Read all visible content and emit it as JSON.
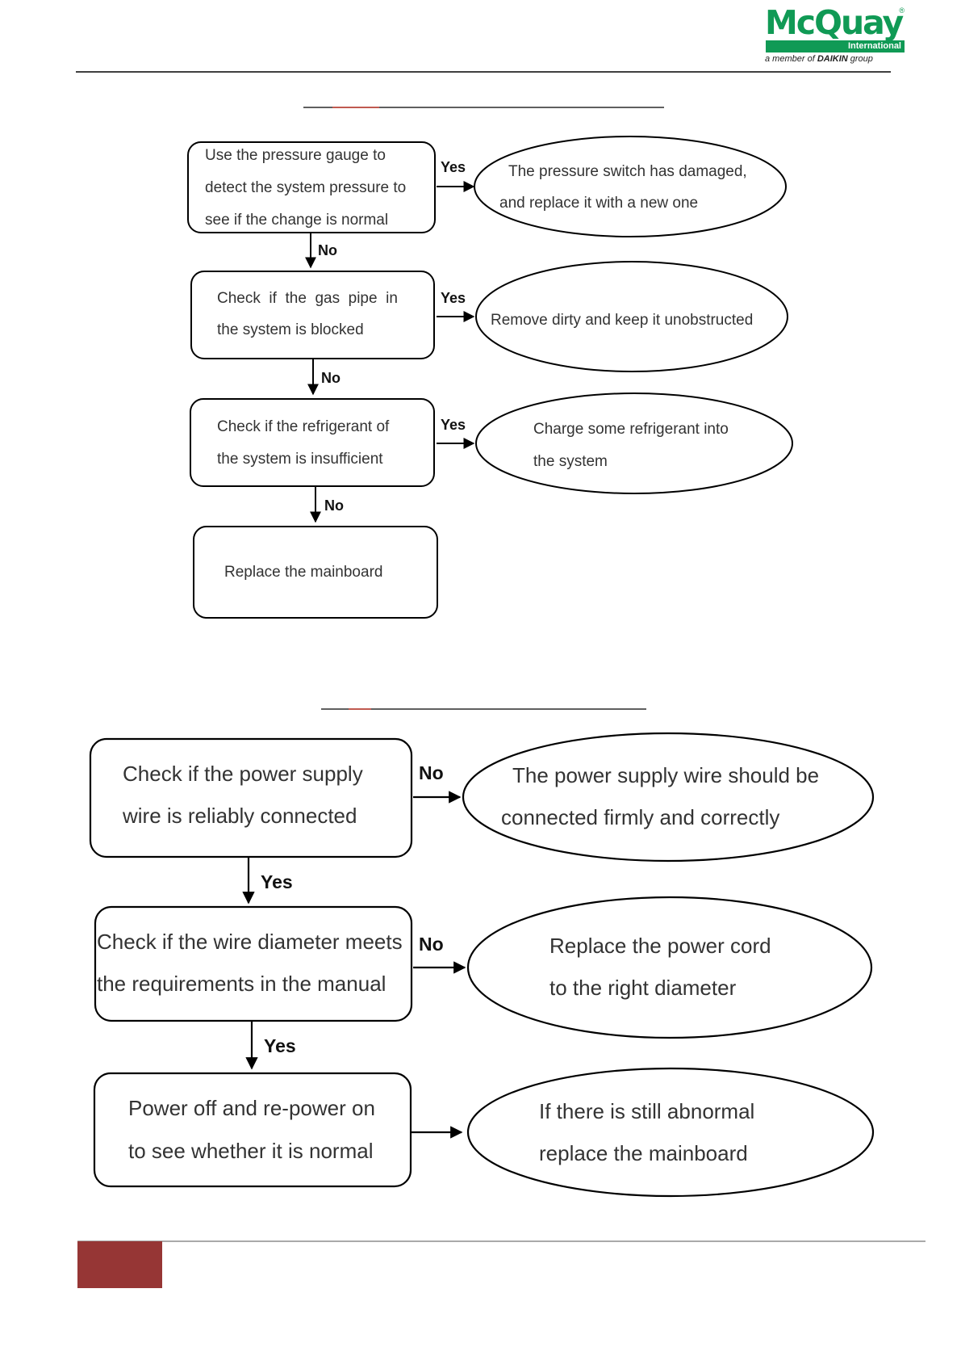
{
  "logo": {
    "brand": "McQuay",
    "reg": "®",
    "sub": "International",
    "member_prefix": "a member of",
    "member_brand": "DAIKIN",
    "member_suffix": "group"
  },
  "colors": {
    "brand_green": "#109a55",
    "accent_red": "#963635",
    "title_underline_red": "#c0392b",
    "line": "#000000"
  },
  "flow1": {
    "steps": [
      {
        "lines": [
          "Use the pressure gauge to",
          "detect the system pressure to",
          "see if the change is normal"
        ]
      },
      {
        "lines": [
          "Check  if  the  gas  pipe  in",
          "the system is blocked"
        ]
      },
      {
        "lines": [
          "Check if the refrigerant of",
          "the system is insufficient"
        ]
      },
      {
        "lines": [
          "Replace the mainboard"
        ]
      }
    ],
    "results": [
      {
        "lines": [
          "The pressure switch has damaged,",
          "and replace it with a new one"
        ]
      },
      {
        "lines": [
          "Remove dirty and keep it unobstructed"
        ]
      },
      {
        "lines": [
          "Charge some refrigerant into",
          "the system"
        ]
      }
    ],
    "yes_label": "Yes",
    "no_label": "No"
  },
  "flow2": {
    "steps": [
      {
        "lines": [
          "Check if the power supply",
          "wire is reliably connected"
        ]
      },
      {
        "lines": [
          "Check if the wire diameter meets",
          "the requirements in the manual"
        ]
      },
      {
        "lines": [
          "Power off and re-power on",
          "to see whether it is normal"
        ]
      }
    ],
    "results": [
      {
        "lines": [
          "The power supply wire should be",
          "connected firmly and correctly"
        ]
      },
      {
        "lines": [
          "Replace the power cord",
          "to the right diameter"
        ]
      },
      {
        "lines": [
          "If there is still abnormal",
          "replace the mainboard"
        ]
      }
    ],
    "yes_label": "Yes",
    "no_label": "No"
  }
}
